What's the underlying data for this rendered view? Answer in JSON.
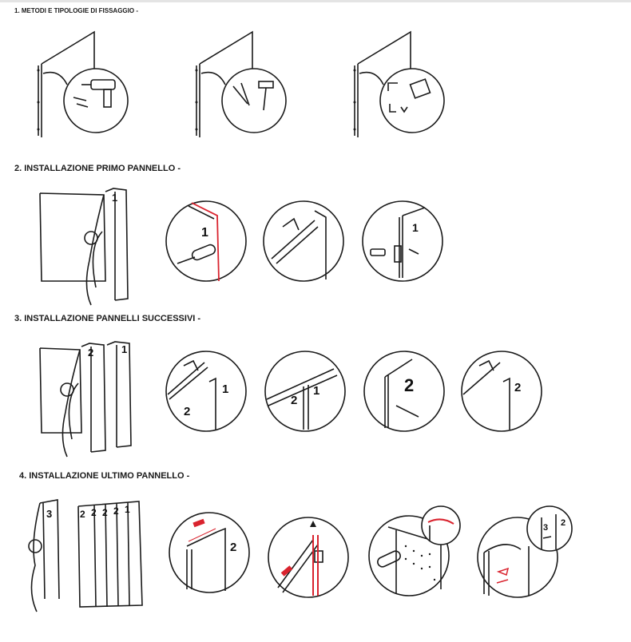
{
  "sections": [
    {
      "title": "1. METODI E TIPOLOGIE DI FISSAGGIO -"
    },
    {
      "title": "2. INSTALLAZIONE PRIMO PANNELLO -"
    },
    {
      "title": "3. INSTALLAZIONE PANNELLI SUCCESSIVI -"
    },
    {
      "title": "4. INSTALLAZIONE ULTIMO PANNELLO -"
    }
  ],
  "labels": {
    "one": "1",
    "two": "2",
    "three": "3"
  },
  "colors": {
    "ink": "#1a1a1a",
    "accent": "#d9232e"
  },
  "icons": {
    "s1": [
      "screw-drill-icon",
      "nail-hammer-icon",
      "staple-gun-icon"
    ],
    "s2": [
      "panel-roll-icon",
      "dowel-screw-icon",
      "panel-edge-icon",
      "clip-screw-icon"
    ],
    "s3": [
      "panel-roll-icon",
      "panel-joint-icon",
      "panel-tongue-icon",
      "panel-screw-icon",
      "panel-joint-icon"
    ],
    "s4": [
      "panel-roll-icon",
      "cut-measure-icon",
      "last-panel-icon",
      "dowel-perforated-icon",
      "trim-finish-icon"
    ]
  }
}
